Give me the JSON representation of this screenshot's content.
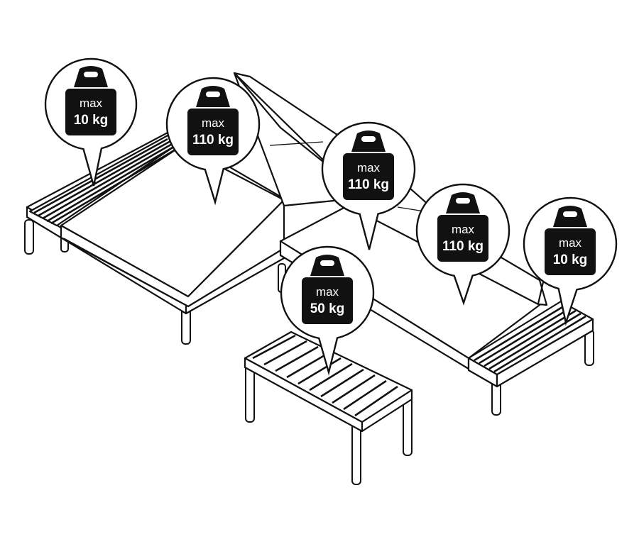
{
  "callouts": [
    {
      "id": "left-armrest",
      "line1": "max",
      "line2": "10 kg"
    },
    {
      "id": "left-seat",
      "line1": "max",
      "line2": "110 kg"
    },
    {
      "id": "center-seat",
      "line1": "max",
      "line2": "110 kg"
    },
    {
      "id": "coffee-table",
      "line1": "max",
      "line2": "50 kg"
    },
    {
      "id": "right-seat",
      "line1": "max",
      "line2": "110 kg"
    },
    {
      "id": "right-armrest",
      "line1": "max",
      "line2": "10 kg"
    }
  ],
  "colors": {
    "line": "#111111",
    "background": "#ffffff",
    "weight_fill": "#111111",
    "weight_text": "#ffffff"
  },
  "icon": "weight-icon"
}
